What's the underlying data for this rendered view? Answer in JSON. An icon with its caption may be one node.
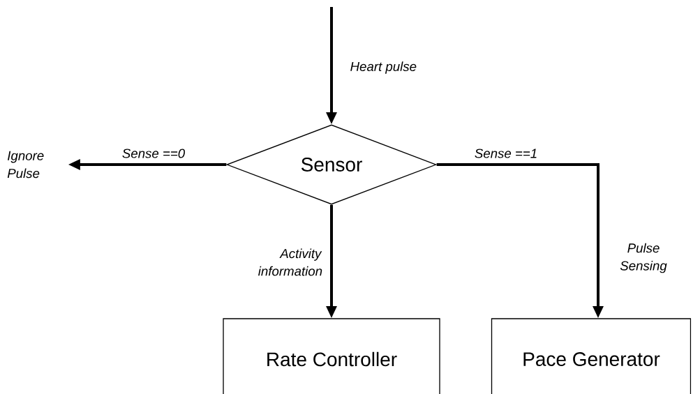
{
  "diagram": {
    "nodes": [
      {
        "text": [
          "Sensor"
        ]
      },
      {
        "text": [
          "Rate Controller"
        ]
      },
      {
        "text": [
          "Pace Generator"
        ]
      },
      {
        "text": [
          "Ignore Pulse"
        ]
      }
    ],
    "edges": [
      {
        "from": null,
        "to": 0,
        "arrow": "to",
        "label": "Heart pulse"
      },
      {
        "from": 0,
        "to": 3,
        "arrow": "to",
        "label": "Sense ==0"
      },
      {
        "from": 0,
        "to": 1,
        "arrow": "to",
        "label": "Activity information"
      },
      {
        "from": 0,
        "to": 2,
        "arrow": "to",
        "label": "Sense ==1"
      }
    ],
    "labels": [
      "Pulse Sensing"
    ]
  }
}
